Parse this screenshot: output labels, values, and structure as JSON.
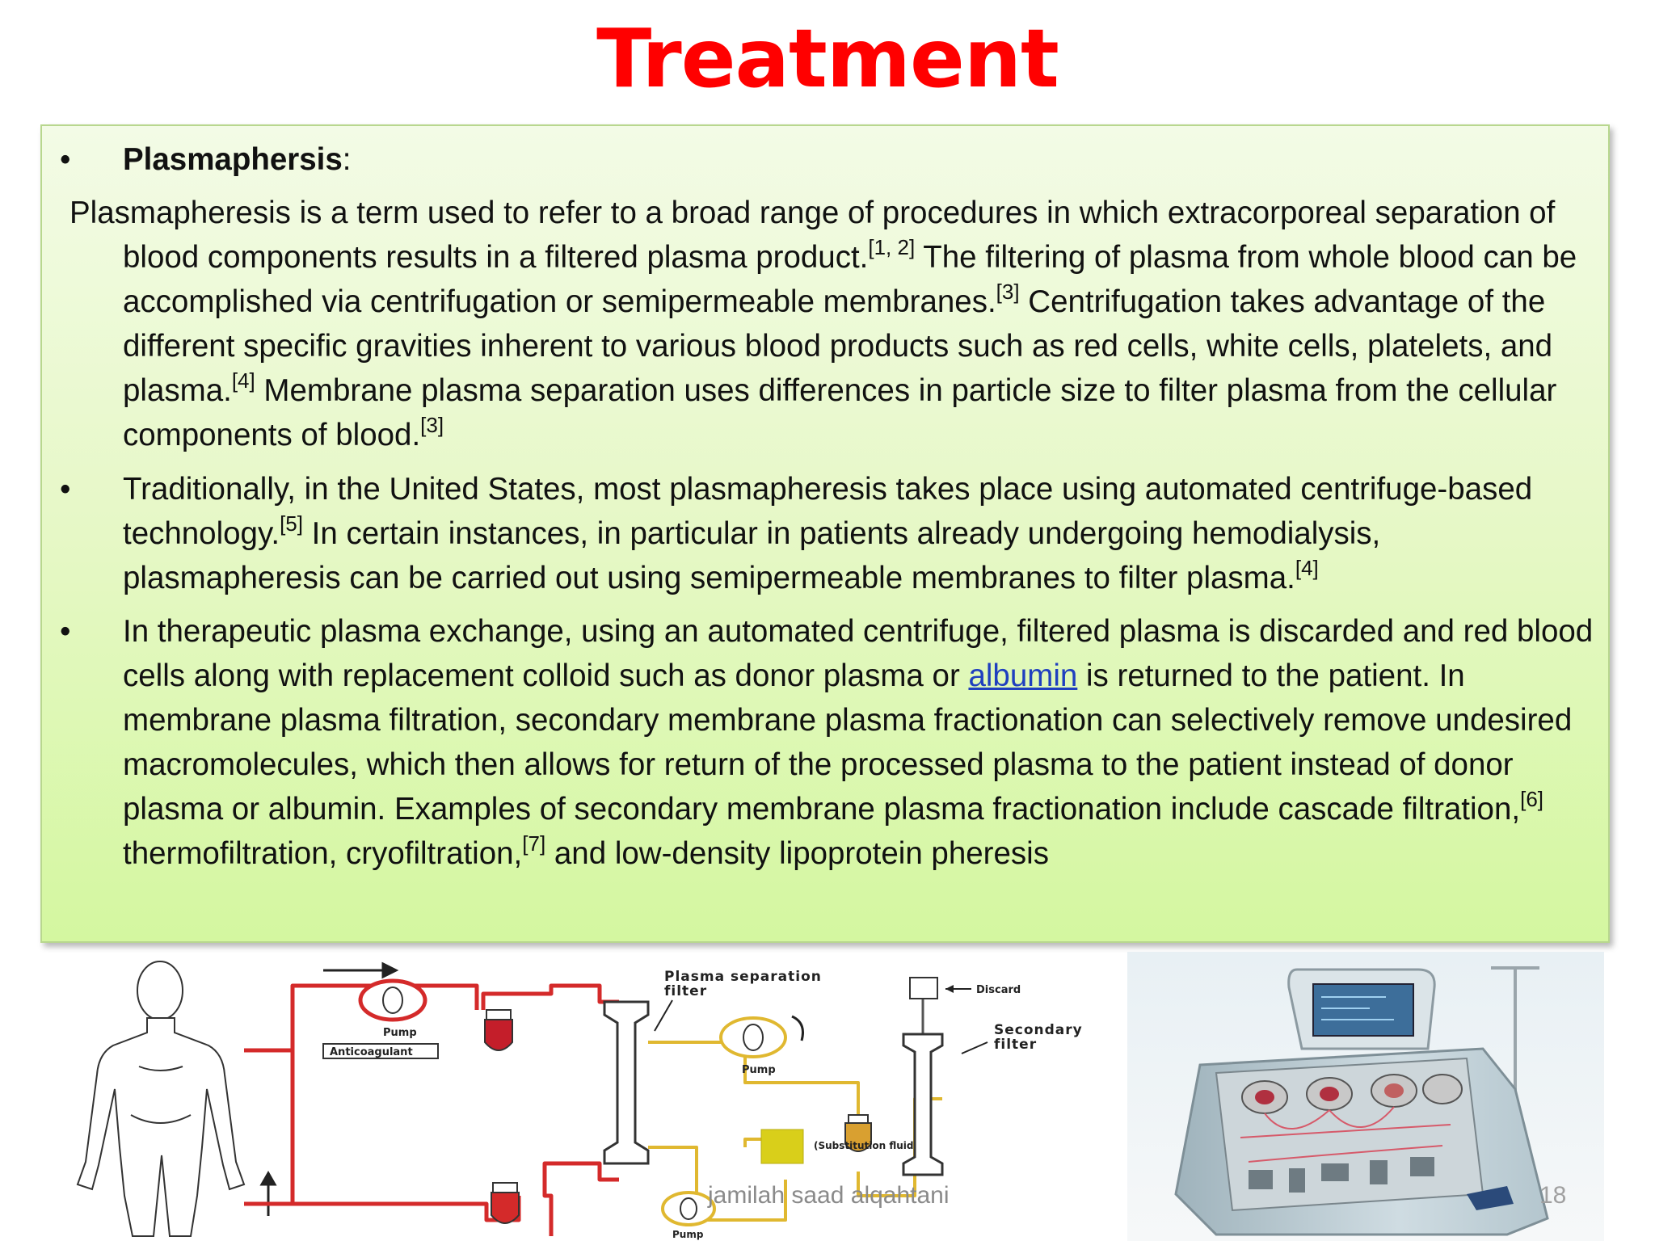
{
  "slide": {
    "title": "Treatment",
    "bullet_glyph": "•",
    "heading": {
      "term": "Plasmaphersis",
      "colon": ":"
    },
    "p1": {
      "a": "Plasmapheresis is a term used to refer to a broad range of procedures in which extracorporeal separation of blood components results in a filtered plasma product.",
      "r1": "[1, 2]",
      "b": " The filtering of plasma from whole blood can be accomplished via centrifugation or semipermeable membranes.",
      "r2": "[3]",
      "c": " Centrifugation takes advantage of the different specific gravities inherent to various blood products such as red cells, white cells, platelets, and plasma.",
      "r3": "[4]",
      "d": " Membrane plasma separation uses differences in particle size to filter plasma from the cellular components of blood.",
      "r4": "[3]"
    },
    "p2": {
      "a": "Traditionally, in the United States, most plasmapheresis takes place using automated centrifuge-based technology.",
      "r1": "[5]",
      "b": " In certain instances, in particular in patients already undergoing hemodialysis, plasmapheresis can be carried out using semipermeable membranes to filter plasma.",
      "r2": "[4]"
    },
    "p3": {
      "a": "In therapeutic plasma exchange, using an automated centrifuge, filtered plasma is discarded and red blood cells along with replacement colloid such as donor plasma or ",
      "link": "albumin",
      "b": " is returned to the patient. In membrane plasma filtration, secondary membrane plasma fractionation can selectively remove undesired macromolecules, which then allows for return of the processed plasma to the patient instead of donor plasma or albumin. Examples of secondary membrane plasma fractionation include cascade filtration,",
      "r1": "[6]",
      "c": " thermofiltration, cryofiltration,",
      "r2": "[7]",
      "d": " and low-density lipoprotein pheresis"
    },
    "diagram": {
      "pump": "Pump",
      "anticoagulant": "Anticoagulant",
      "plasma_separation_filter_1": "Plasma separation",
      "plasma_separation_filter_2": "filter",
      "discard": "Discard",
      "secondary_filter_1": "Secondary",
      "secondary_filter_2": "filter",
      "substitution_fluid": "(Substitution fluid)"
    },
    "footer": {
      "author": "jamilah saad alqahtani",
      "page": "18"
    },
    "colors": {
      "title": "#ff0000",
      "box_top": "#f3fbe6",
      "box_bottom": "#d4f7a0",
      "link": "#1f3fbf",
      "tubing": "#d42a2a",
      "plasma_line": "#e0b830"
    }
  }
}
